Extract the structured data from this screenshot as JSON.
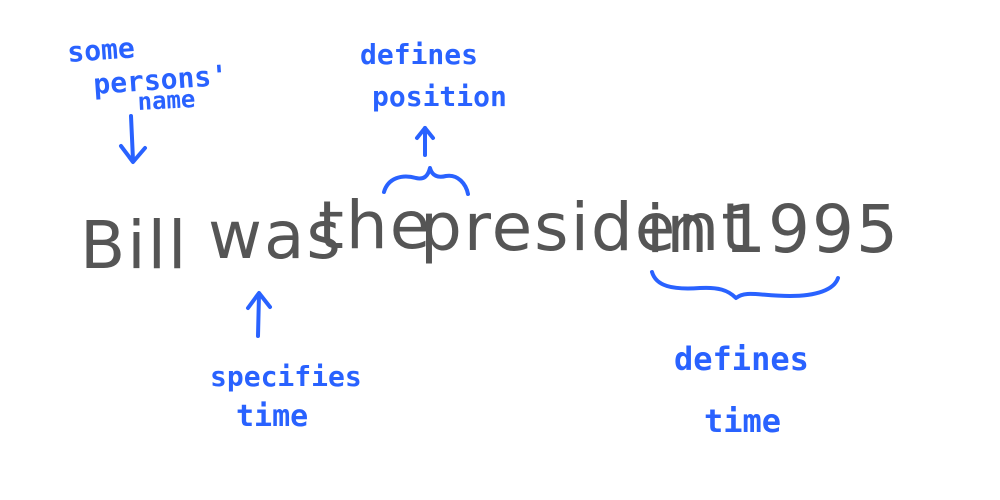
{
  "sentence": {
    "words": [
      "Bill",
      "was",
      "the",
      "president",
      "in",
      "1995"
    ],
    "colors": {
      "ink": "#555555"
    }
  },
  "annotations": {
    "name_note": [
      "some",
      "persons'",
      "name"
    ],
    "position_note": [
      "defines",
      "position"
    ],
    "specifies_note": [
      "specifies",
      "time"
    ],
    "time_note": [
      "defines",
      "time"
    ],
    "colors": {
      "ink": "#2962ff"
    }
  }
}
